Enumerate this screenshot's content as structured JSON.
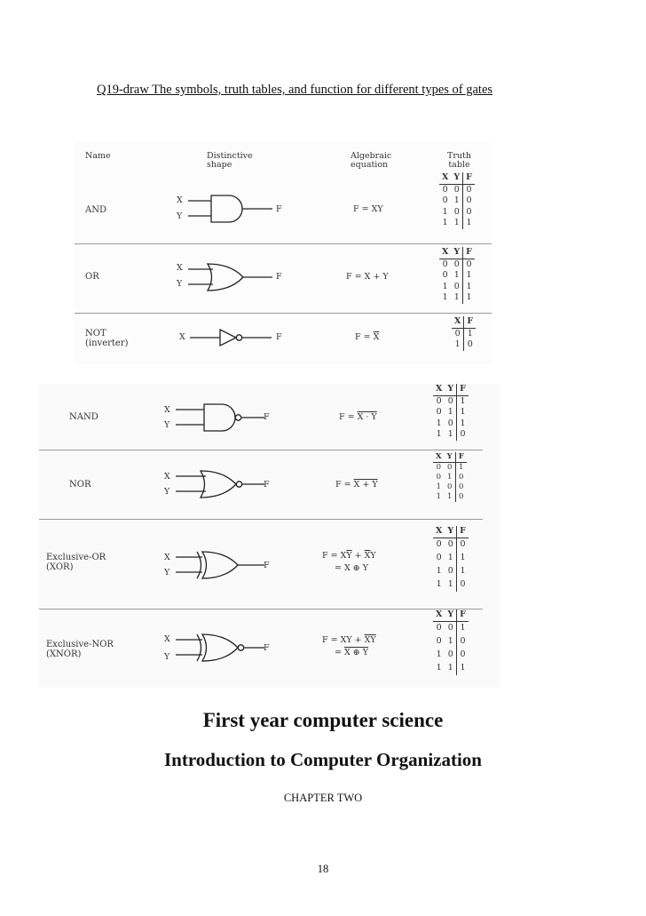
{
  "question": "Q19-draw The symbols, truth tables, and function for different types of gates",
  "headers": {
    "name": "Name",
    "shape": "Distinctive\nshape",
    "equation": "Algebraic\nequation",
    "truth": "Truth\ntable"
  },
  "gates": [
    {
      "id": "and",
      "name": "AND",
      "inputs": [
        "X",
        "Y"
      ],
      "output": "F",
      "equation": [
        "F = XY"
      ],
      "truth": {
        "cols": [
          "X",
          "Y",
          "F"
        ],
        "rows": [
          [
            "0",
            "0",
            "0"
          ],
          [
            "0",
            "1",
            "0"
          ],
          [
            "1",
            "0",
            "0"
          ],
          [
            "1",
            "1",
            "1"
          ]
        ]
      }
    },
    {
      "id": "or",
      "name": "OR",
      "inputs": [
        "X",
        "Y"
      ],
      "output": "F",
      "equation": [
        "F = X + Y"
      ],
      "truth": {
        "cols": [
          "X",
          "Y",
          "F"
        ],
        "rows": [
          [
            "0",
            "0",
            "0"
          ],
          [
            "0",
            "1",
            "1"
          ],
          [
            "1",
            "0",
            "1"
          ],
          [
            "1",
            "1",
            "1"
          ]
        ]
      }
    },
    {
      "id": "not",
      "name": "NOT\n(inverter)",
      "inputs": [
        "X"
      ],
      "output": "F",
      "equation": [
        "F = X"
      ],
      "truth": {
        "cols": [
          "X",
          "F"
        ],
        "rows": [
          [
            "0",
            "1"
          ],
          [
            "1",
            "0"
          ]
        ]
      }
    },
    {
      "id": "nand",
      "name": "NAND",
      "inputs": [
        "X",
        "Y"
      ],
      "output": "F",
      "equation": [
        "F = X · Y"
      ],
      "truth": {
        "cols": [
          "X",
          "Y",
          "F"
        ],
        "rows": [
          [
            "0",
            "0",
            "1"
          ],
          [
            "0",
            "1",
            "1"
          ],
          [
            "1",
            "0",
            "1"
          ],
          [
            "1",
            "1",
            "0"
          ]
        ]
      }
    },
    {
      "id": "nor",
      "name": "NOR",
      "inputs": [
        "X",
        "Y"
      ],
      "output": "F",
      "equation": [
        "F = X + Y"
      ],
      "truth": {
        "cols": [
          "X",
          "Y",
          "F"
        ],
        "rows": [
          [
            "0",
            "0",
            "1"
          ],
          [
            "0",
            "1",
            "0"
          ],
          [
            "1",
            "0",
            "0"
          ],
          [
            "1",
            "1",
            "0"
          ]
        ]
      }
    },
    {
      "id": "xor",
      "name": "Exclusive-OR\n(XOR)",
      "inputs": [
        "X",
        "Y"
      ],
      "output": "F",
      "equation": [
        "F = XY + XY",
        "= X ⊕ Y"
      ],
      "truth": {
        "cols": [
          "X",
          "Y",
          "F"
        ],
        "rows": [
          [
            "0",
            "0",
            "0"
          ],
          [
            "0",
            "1",
            "1"
          ],
          [
            "1",
            "0",
            "1"
          ],
          [
            "1",
            "1",
            "0"
          ]
        ]
      }
    },
    {
      "id": "xnor",
      "name": "Exclusive-NOR\n(XNOR)",
      "inputs": [
        "X",
        "Y"
      ],
      "output": "F",
      "equation": [
        "F = XY + XY",
        "= X ⊕ Y"
      ],
      "truth": {
        "cols": [
          "X",
          "Y",
          "F"
        ],
        "rows": [
          [
            "0",
            "0",
            "1"
          ],
          [
            "0",
            "1",
            "0"
          ],
          [
            "1",
            "0",
            "0"
          ],
          [
            "1",
            "1",
            "1"
          ]
        ]
      }
    }
  ],
  "footer": {
    "line1": "First year computer science",
    "line2": "Introduction to Computer Organization",
    "chapter": "CHAPTER TWO",
    "page": "18"
  }
}
